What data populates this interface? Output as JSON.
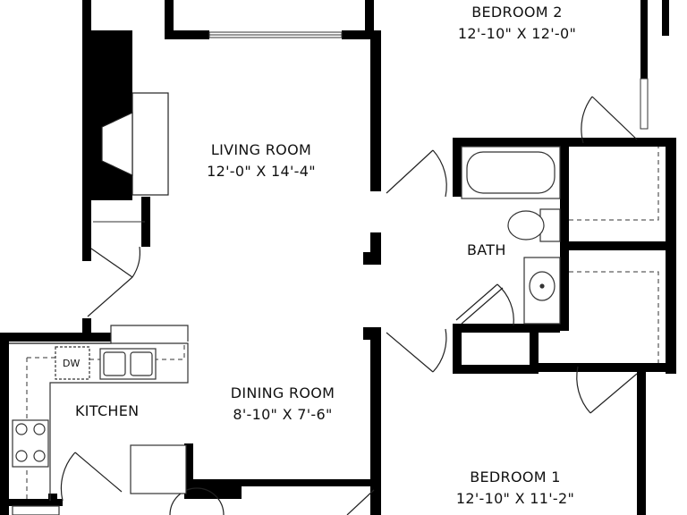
{
  "rooms": {
    "bedroom2": {
      "name": "BEDROOM 2",
      "dims": "12'-10\" X 12'-0\""
    },
    "living": {
      "name": "LIVING ROOM",
      "dims": "12'-0\" X 14'-4\""
    },
    "bath": {
      "name": "BATH"
    },
    "kitchen": {
      "name": "KITCHEN"
    },
    "dining": {
      "name": "DINING ROOM",
      "dims": "8'-10\" X 7'-6\""
    },
    "bedroom1": {
      "name": "BEDROOM 1",
      "dims": "12'-10\" X 11'-2\""
    }
  },
  "fixtures": {
    "dishwasher": "DW"
  },
  "colors": {
    "wall": "#000000",
    "fixture_stroke": "#333333",
    "background": "#ffffff"
  }
}
